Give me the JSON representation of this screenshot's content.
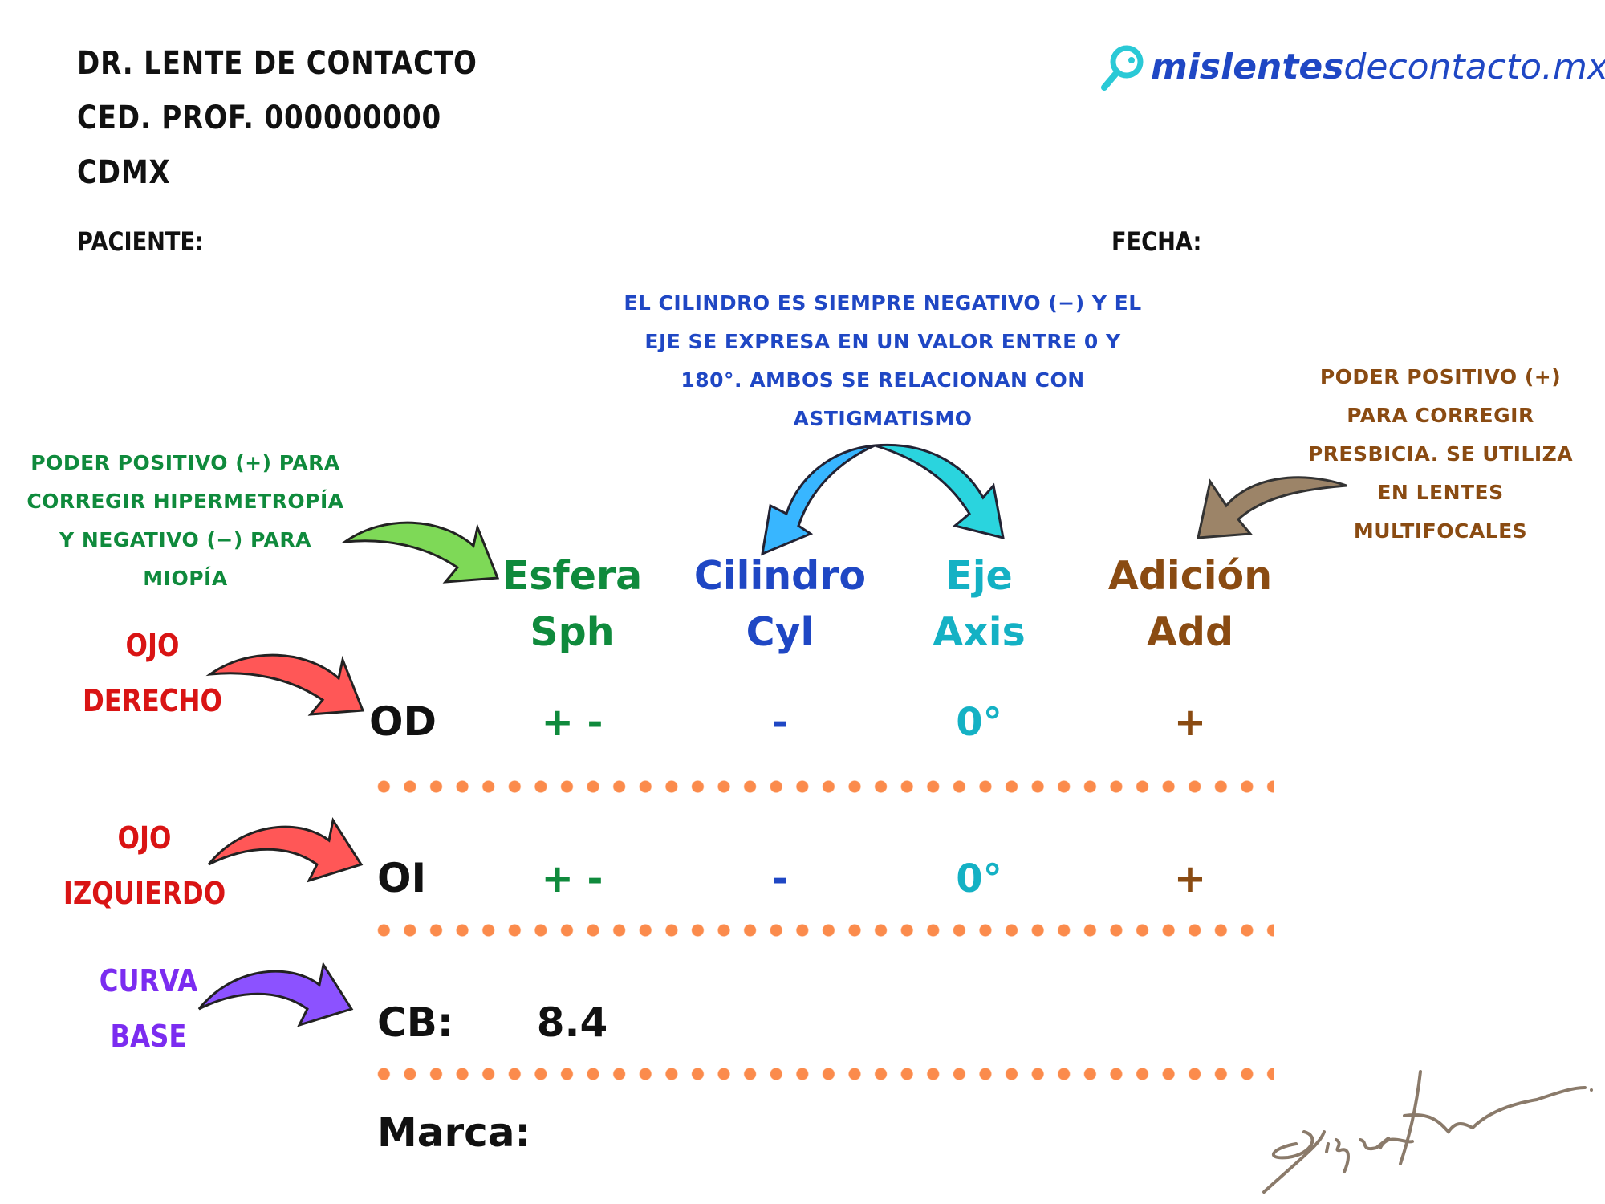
{
  "header": {
    "doctor": "DR. LENTE DE CONTACTO",
    "license": "CED. PROF. 000000000",
    "city": "CDMX",
    "patient_label": "PACIENTE:",
    "date_label": "FECHA:"
  },
  "logo": {
    "bold": "mislentes",
    "light": "decontacto.mx",
    "icon": "magnifier-icon",
    "color": "#1f47c4",
    "icon_color": "#2ac9d6"
  },
  "notes": {
    "cylinder_axis": [
      "EL CILINDRO ES SIEMPRE NEGATIVO (−) Y EL",
      "EJE SE EXPRESA EN UN VALOR ENTRE 0 Y",
      "180°. AMBOS SE RELACIONAN CON",
      "ASTIGMATISMO"
    ],
    "sphere": [
      "PODER POSITIVO (+) PARA",
      "CORREGIR HIPERMETROPÍA",
      "Y NEGATIVO (−) PARA",
      "MIOPÍA"
    ],
    "addition": [
      "PODER POSITIVO (+)",
      "PARA CORREGIR",
      "PRESBICIA. SE UTILIZA",
      "EN LENTES",
      "MULTIFOCALES"
    ]
  },
  "columns": [
    {
      "es": "Esfera",
      "en": "Sph",
      "color": "#0f8a3c"
    },
    {
      "es": "Cilindro",
      "en": "Cyl",
      "color": "#1f47c4"
    },
    {
      "es": "Eje",
      "en": "Axis",
      "color": "#14b1c4"
    },
    {
      "es": "Adición",
      "en": "Add",
      "color": "#8a4b12"
    }
  ],
  "rows": [
    {
      "code": "OD",
      "side_label": [
        "OJO",
        "DERECHO"
      ],
      "values": [
        "+ -",
        "-",
        "0°",
        "+"
      ]
    },
    {
      "code": "OI",
      "side_label": [
        "OJO",
        "IZQUIERDO"
      ],
      "values": [
        "+ -",
        "-",
        "0°",
        "+"
      ]
    }
  ],
  "base_curve": {
    "label": "CB:",
    "value": "8.4",
    "side_label": [
      "CURVA",
      "BASE"
    ]
  },
  "brand": {
    "label": "Marca:"
  },
  "signature": "Signature"
}
